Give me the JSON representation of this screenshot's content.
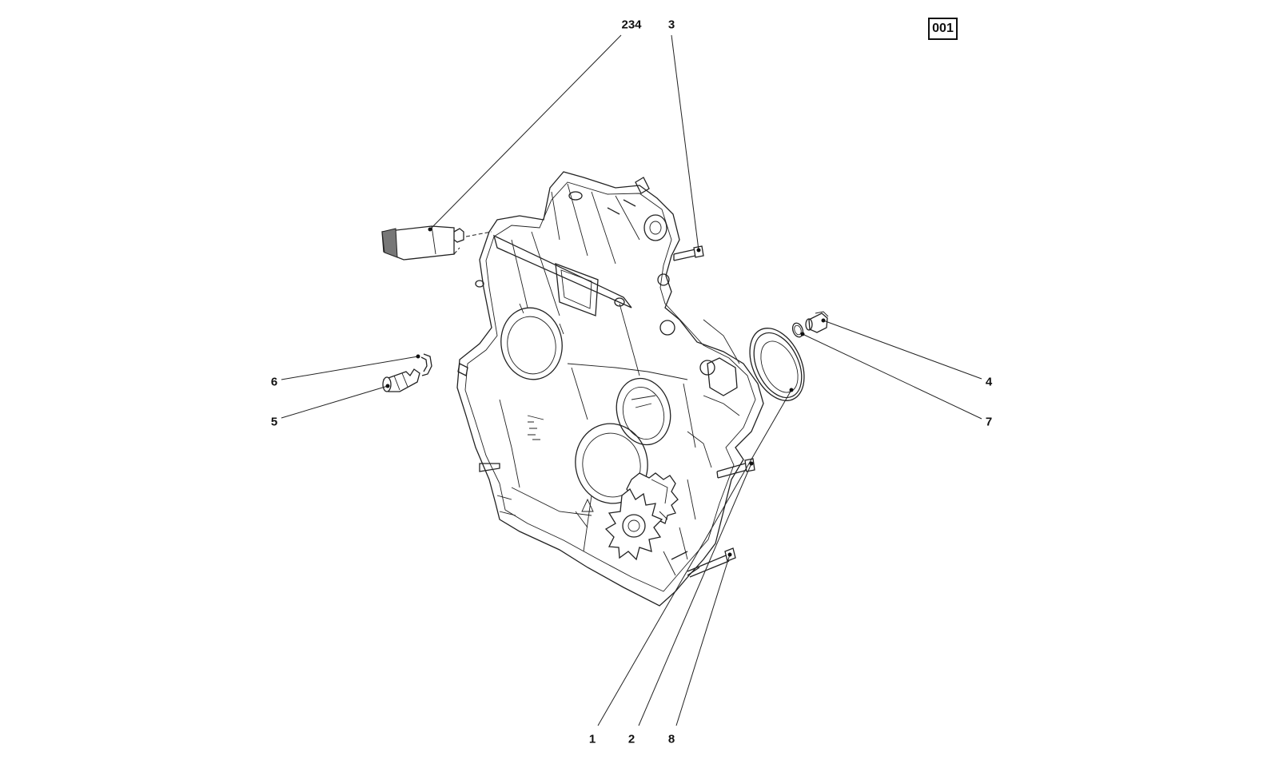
{
  "reference_code": "001",
  "callouts": [
    {
      "label": "234"
    },
    {
      "label": "3"
    },
    {
      "label": "6"
    },
    {
      "label": "5"
    },
    {
      "label": "4"
    },
    {
      "label": "7"
    },
    {
      "label": "1"
    },
    {
      "label": "2"
    },
    {
      "label": "8"
    }
  ]
}
